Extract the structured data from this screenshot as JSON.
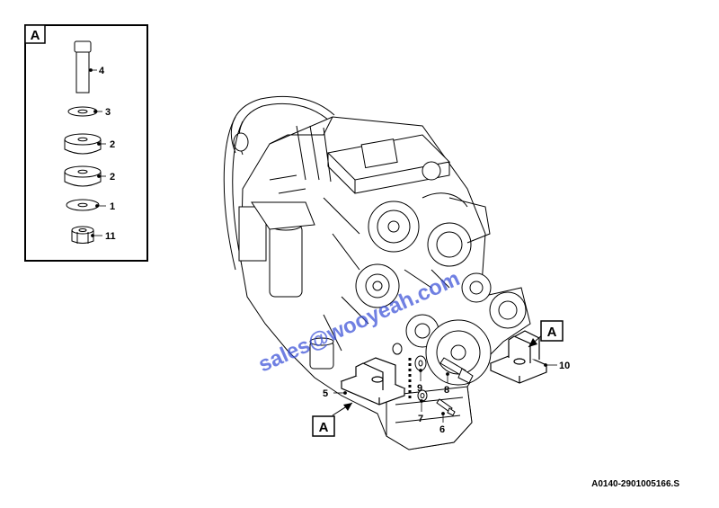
{
  "detail_box": {
    "tag": "A",
    "callouts": [
      {
        "label": "4"
      },
      {
        "label": "3"
      },
      {
        "label": "2"
      },
      {
        "label": "2"
      },
      {
        "label": "1"
      },
      {
        "label": "11"
      }
    ]
  },
  "main_callouts": {
    "c5": "5",
    "c6": "6",
    "c7": "7",
    "c8": "8",
    "c9": "9",
    "c10": "10"
  },
  "view_tags": {
    "left": "A",
    "right": "A"
  },
  "watermark": "sales@wooyeah.com",
  "drawing_number": "A0140-2901005166.S"
}
